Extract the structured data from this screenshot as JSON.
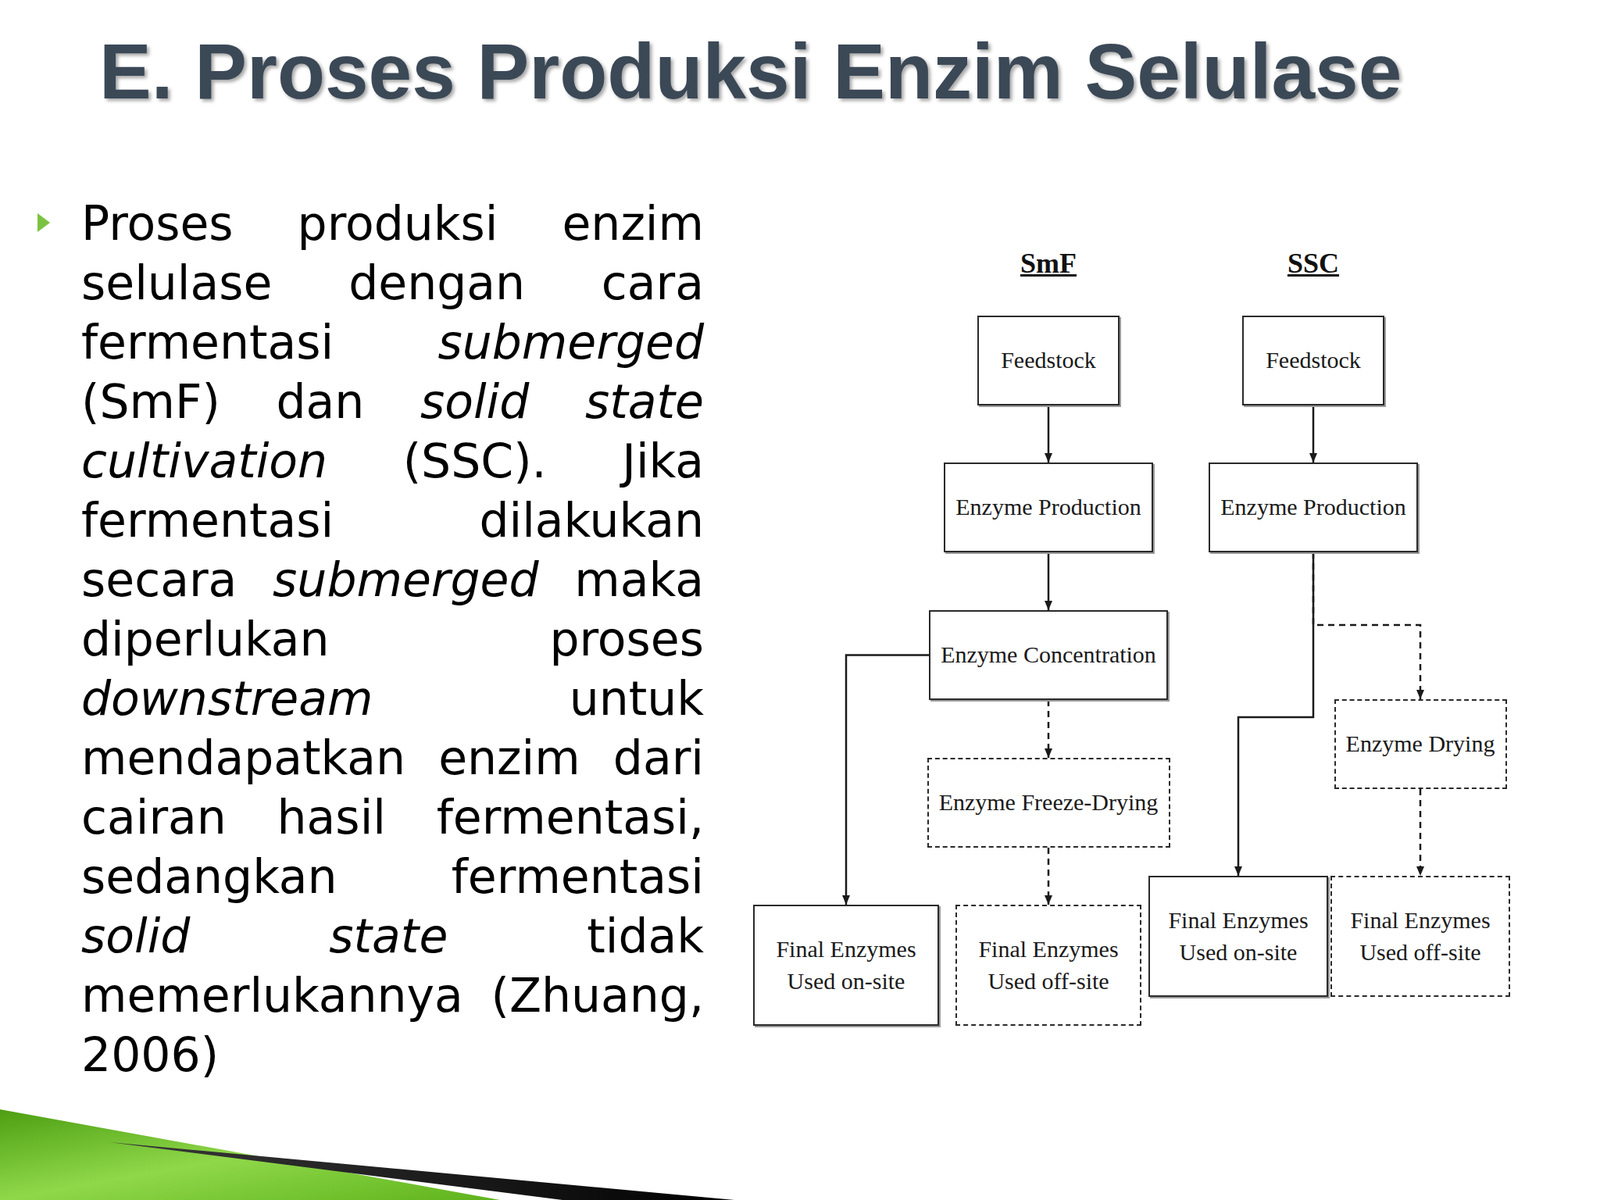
{
  "diagram": {
    "title": "E. Proses Produksi Enzim Selulase",
    "nodes": [
      {
        "text": [
          "Feedstock"
        ]
      },
      {
        "text": [
          "Enzyme Production"
        ]
      },
      {
        "text": [
          "Enzyme Concentration"
        ]
      },
      {
        "text": [
          "Enzyme Freeze-Drying"
        ]
      },
      {
        "text": [
          "Final Enzymes Used on-site"
        ]
      },
      {
        "text": [
          "Final Enzymes Used off-site"
        ]
      },
      {
        "text": [
          "Feedstock"
        ]
      },
      {
        "text": [
          "Enzyme Production"
        ]
      },
      {
        "text": [
          "Enzyme Drying"
        ]
      },
      {
        "text": [
          "Final Enzymes Used on-site"
        ]
      },
      {
        "text": [
          "Final Enzymes Used off-site"
        ]
      }
    ],
    "edges": [
      {
        "from": 0,
        "to": 1,
        "arrow": "to"
      },
      {
        "from": 1,
        "to": 2,
        "arrow": "to"
      },
      {
        "from": 2,
        "to": 4,
        "arrow": "to"
      },
      {
        "from": 2,
        "to": 3,
        "arrow": "to"
      },
      {
        "from": 3,
        "to": 5,
        "arrow": "to"
      },
      {
        "from": 6,
        "to": 7,
        "arrow": "to"
      },
      {
        "from": 7,
        "to": 9,
        "arrow": "to"
      },
      {
        "from": 7,
        "to": 8,
        "arrow": "to"
      },
      {
        "from": 8,
        "to": 10,
        "arrow": "to"
      }
    ],
    "labels": [
      "Proses produksi enzim selulase dengan cara fermentasi submerged (SmF) dan solid state cultivation (SSC). Jika fermentasi dilakukan secara submerged maka diperlukan proses downstream untuk mendapatkan enzim dari cairan hasil fermentasi, sedangkan fermentasi solid state tidak memerlukannya (Zhuang, 2006)",
      "SmF",
      "SSC"
    ]
  }
}
